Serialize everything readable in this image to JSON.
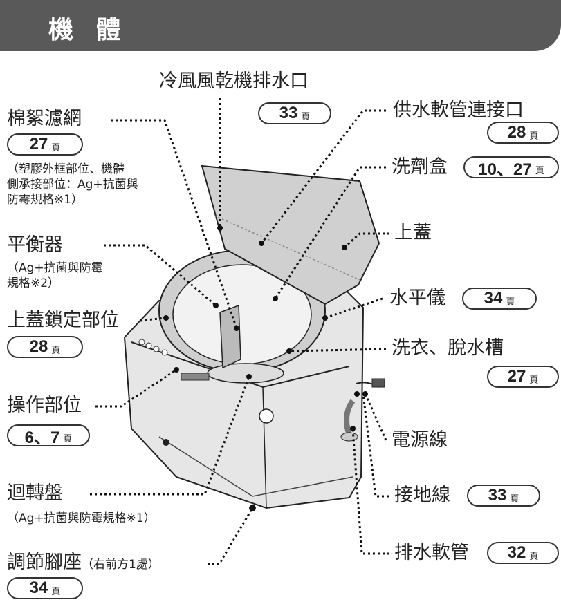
{
  "header": {
    "title": "機 體"
  },
  "labels": {
    "cold_air_drain": "冷風風乾機排水口",
    "lint_filter": "棉絮濾網",
    "lint_filter_note": [
      "（塑膠外框部位、機體",
      "側承接部位：Ag+抗菌與",
      "防霉規格※1）"
    ],
    "balancer": "平衡器",
    "balancer_note": [
      "（Ag+抗菌與防霉",
      "規格※2）"
    ],
    "lid_lock": "上蓋鎖定部位",
    "control_panel": "操作部位",
    "pulsator": "迴轉盤",
    "pulsator_note": "（Ag+抗菌與防霉規格※1）",
    "leveling_foot": "調節腳座",
    "leveling_foot_note": "（右前方1處）",
    "water_inlet": "供水軟管連接口",
    "detergent_box": "洗劑盒",
    "lid": "上蓋",
    "level_gauge": "水平儀",
    "wash_tub": "洗衣、脫水槽",
    "power_cord": "電源線",
    "ground_wire": "接地線",
    "drain_hose": "排水軟管"
  },
  "pages": {
    "cold_air_drain": "33",
    "lint_filter": "27",
    "lid_lock": "28",
    "control_panel": "6、7",
    "leveling_foot": "34",
    "water_inlet": "28",
    "detergent_box": "10、27",
    "level_gauge": "34",
    "wash_tub": "27",
    "ground_wire": "33",
    "drain_hose": "32",
    "suffix": "頁"
  }
}
